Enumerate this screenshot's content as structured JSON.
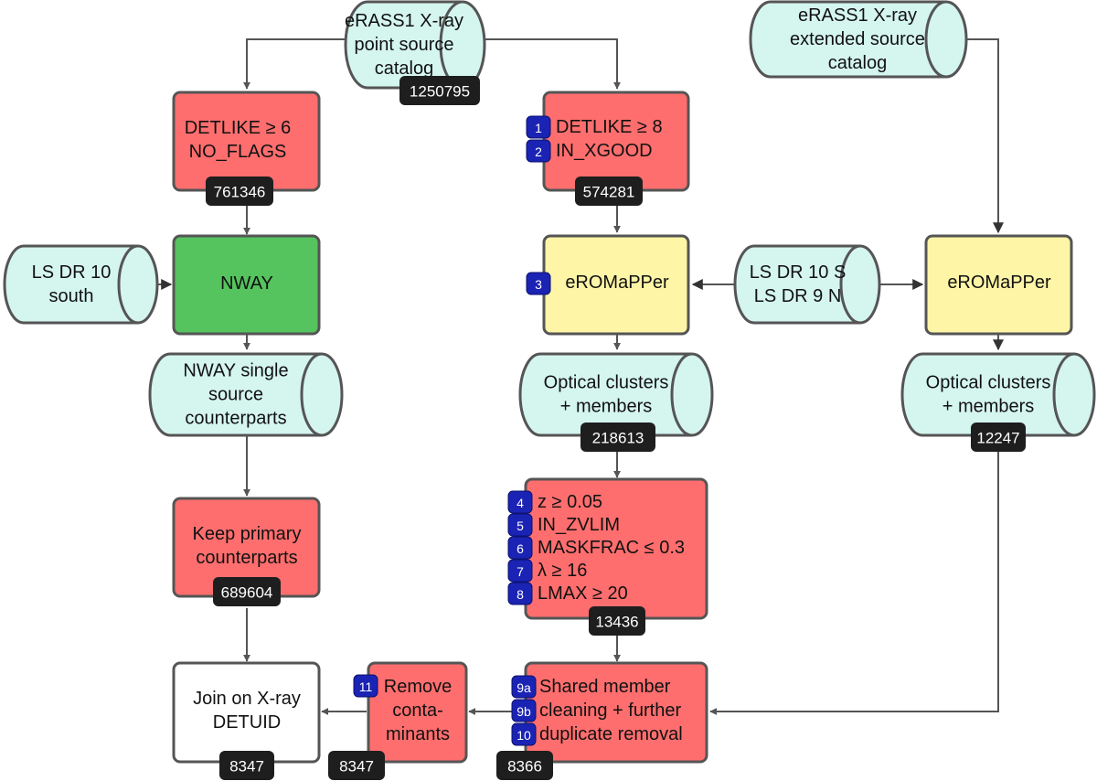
{
  "colors": {
    "cylinder_fill": "#d5f5ef",
    "filter_fill": "#ff6e6e",
    "nway_fill": "#55c35e",
    "eromapper_fill": "#fef5a6",
    "join_fill": "#ffffff",
    "stroke": "#555555",
    "count_badge": "#1e1e1e",
    "step_badge": "#1a23b3"
  },
  "nodes": {
    "point_catalog": {
      "lines": [
        "eRASS1 X-ray",
        "point source",
        "catalog"
      ],
      "count": "1250795"
    },
    "extended_catalog": {
      "lines": [
        "eRASS1 X-ray",
        "extended source",
        "catalog"
      ]
    },
    "filter_left": {
      "lines": [
        "DETLIKE ≥ 6",
        "NO_FLAGS"
      ],
      "count": "761346"
    },
    "filter_mid": {
      "steps": [
        {
          "badge": "1",
          "text": "DETLIKE ≥ 8"
        },
        {
          "badge": "2",
          "text": "IN_XGOOD"
        }
      ],
      "count": "574281"
    },
    "ls_south": {
      "lines": [
        "LS DR 10",
        "south"
      ]
    },
    "nway": {
      "lines": [
        "NWAY"
      ]
    },
    "eromapper_mid": {
      "badge": "3",
      "lines": [
        "eROMaPPer"
      ]
    },
    "ls_both": {
      "lines": [
        "LS DR 10 S",
        "LS DR 9 N"
      ]
    },
    "eromapper_right": {
      "lines": [
        "eROMaPPer"
      ]
    },
    "nway_output": {
      "lines": [
        "NWAY single",
        "source",
        "counterparts"
      ]
    },
    "clusters_mid": {
      "lines": [
        "Optical clusters",
        "+ members"
      ],
      "count": "218613"
    },
    "clusters_right": {
      "lines": [
        "Optical clusters",
        "+ members"
      ],
      "count": "12247"
    },
    "cuts": {
      "steps": [
        {
          "badge": "4",
          "text": "z ≥ 0.05"
        },
        {
          "badge": "5",
          "text": "IN_ZVLIM"
        },
        {
          "badge": "6",
          "text": "MASKFRAC ≤ 0.3"
        },
        {
          "badge": "7",
          "text": "λ ≥ 16"
        },
        {
          "badge": "8",
          "text": "LMAX ≥ 20"
        }
      ],
      "count": "13436"
    },
    "keep_primary": {
      "lines": [
        "Keep primary",
        "counterparts"
      ],
      "count": "689604"
    },
    "shared_member": {
      "steps": [
        {
          "badge": "9a",
          "text": "Shared member"
        },
        {
          "badge": "9b",
          "text": "cleaning + further"
        },
        {
          "badge": "10",
          "text": "duplicate removal"
        }
      ],
      "count": "8366"
    },
    "remove_contaminants": {
      "badge": "11",
      "lines": [
        "Remove",
        "conta-",
        "minants"
      ],
      "count": "8347"
    },
    "join": {
      "lines": [
        "Join on X-ray",
        "DETUID"
      ],
      "count": "8347"
    }
  }
}
